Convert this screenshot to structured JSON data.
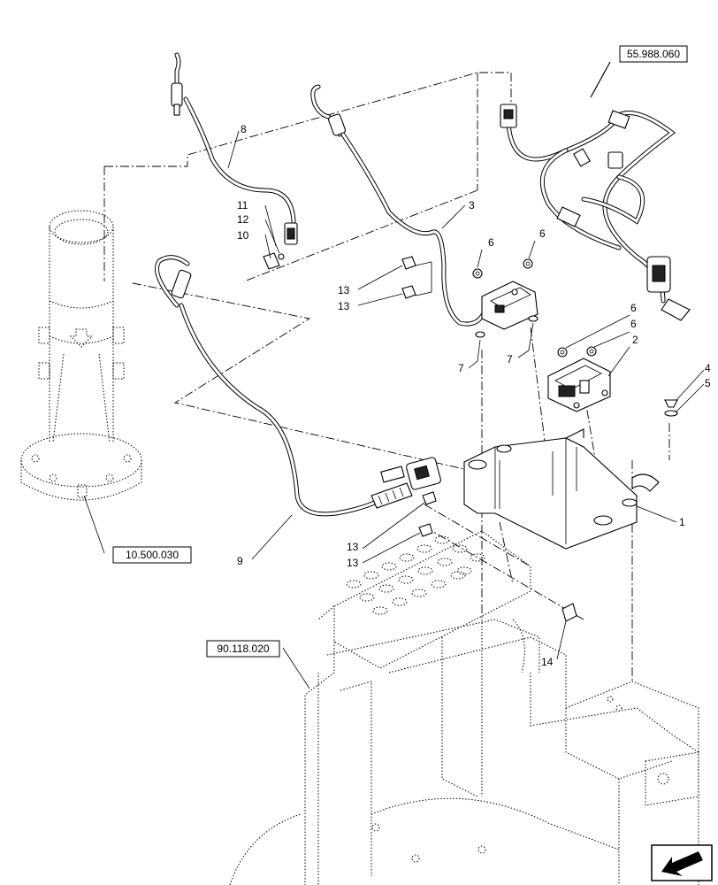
{
  "callouts": {
    "c1": "1",
    "c2": "2",
    "c3": "3",
    "c4": "4",
    "c5": "5",
    "c6a": "6",
    "c6b": "6",
    "c6c": "6",
    "c6d": "6",
    "c7a": "7",
    "c7b": "7",
    "c8": "8",
    "c9": "9",
    "c10": "10",
    "c11": "11",
    "c12": "12",
    "c13a": "13",
    "c13b": "13",
    "c13c": "13",
    "c13d": "13",
    "c14": "14"
  },
  "references": {
    "ref_harness": "55.988.060",
    "ref_exhaust": "10.500.030",
    "ref_frame": "90.118.020"
  },
  "nav_icon": "arrow-icon"
}
